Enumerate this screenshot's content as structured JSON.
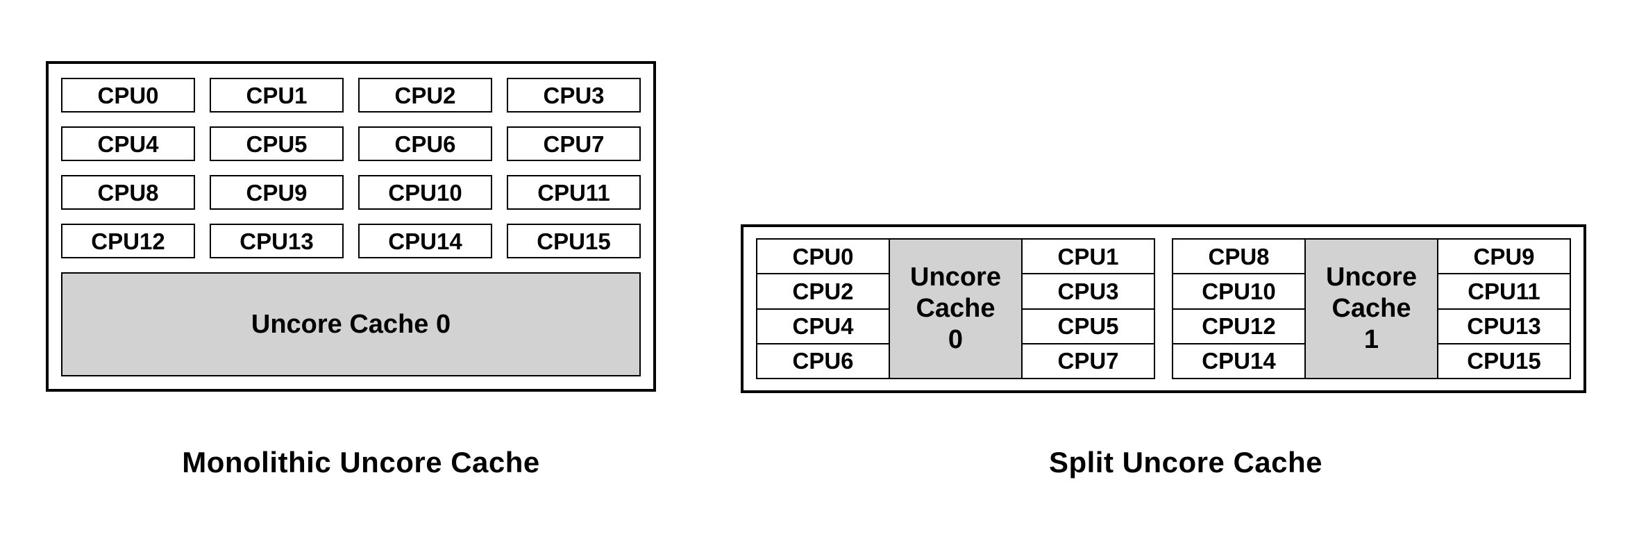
{
  "monolithic": {
    "caption": "Monolithic Uncore Cache",
    "cpus": [
      "CPU0",
      "CPU1",
      "CPU2",
      "CPU3",
      "CPU4",
      "CPU5",
      "CPU6",
      "CPU7",
      "CPU8",
      "CPU9",
      "CPU10",
      "CPU11",
      "CPU12",
      "CPU13",
      "CPU14",
      "CPU15"
    ],
    "uncore_label": "Uncore Cache 0"
  },
  "split": {
    "caption": "Split Uncore Cache",
    "clusters": [
      {
        "left_cpus": [
          "CPU0",
          "CPU2",
          "CPU4",
          "CPU6"
        ],
        "uncore_lines": [
          "Uncore",
          "Cache",
          "0"
        ],
        "right_cpus": [
          "CPU1",
          "CPU3",
          "CPU5",
          "CPU7"
        ]
      },
      {
        "left_cpus": [
          "CPU8",
          "CPU10",
          "CPU12",
          "CPU14"
        ],
        "uncore_lines": [
          "Uncore",
          "Cache",
          "1"
        ],
        "right_cpus": [
          "CPU9",
          "CPU11",
          "CPU13",
          "CPU15"
        ]
      }
    ]
  },
  "colors": {
    "background": "#ffffff",
    "cache_fill": "#d2d2d2",
    "border": "#000000",
    "text": "#000000"
  }
}
